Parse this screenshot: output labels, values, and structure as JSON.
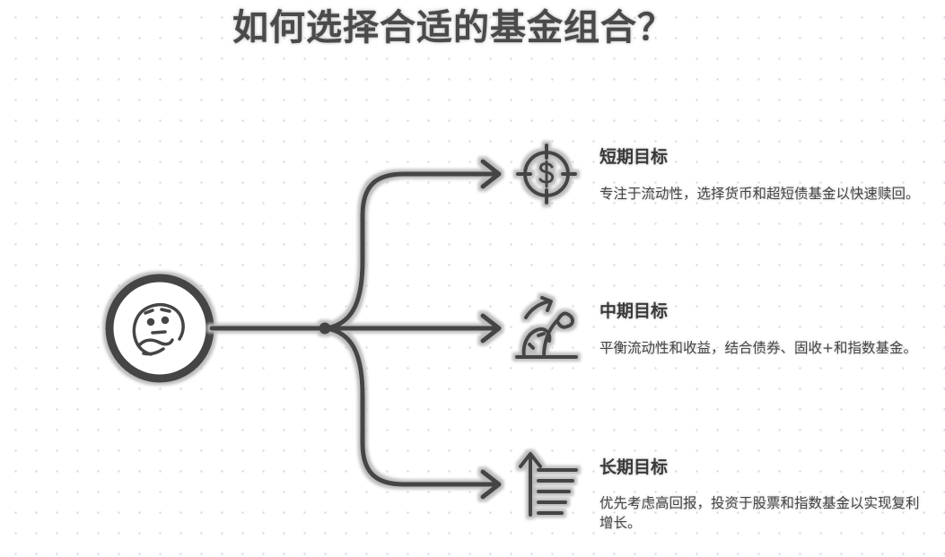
{
  "title": "如何选择合适的基金组合？",
  "branches": [
    {
      "heading": "短期目标",
      "description": "专注于流动性，选择货币和超短债基金以快速赎回。",
      "icon": "dollar-target-icon"
    },
    {
      "heading": "中期目标",
      "description": "平衡流动性和收益，结合债券、固收+和指数基金。",
      "icon": "plant-growth-icon"
    },
    {
      "heading": "长期目标",
      "description": "优先考虑高回报，投资于股票和指数基金以实现复利增长。",
      "icon": "arrow-up-lines-icon"
    }
  ],
  "root_icon": "thinking-face-icon",
  "colors": {
    "stroke": "#444444",
    "halo": "#c8c8c8",
    "dots": "#d9dde2"
  }
}
